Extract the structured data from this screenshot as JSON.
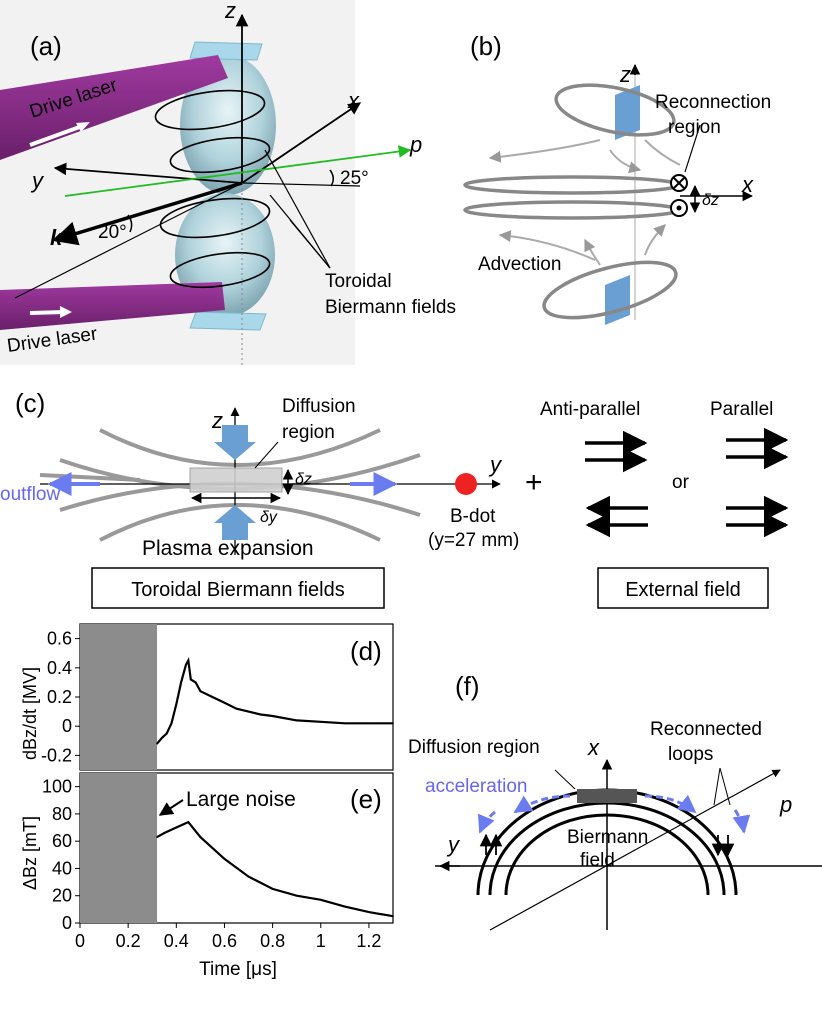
{
  "panels": {
    "a": {
      "label": "(a)",
      "drive_laser_top": "Drive laser",
      "drive_laser_bottom": "Drive laser",
      "axis_z": "z",
      "axis_x": "x",
      "axis_y": "y",
      "axis_p": "p",
      "axis_k": "k",
      "angle_p": "25°",
      "angle_k": "20°",
      "callout": [
        "Toroidal",
        "Biermann fields"
      ]
    },
    "b": {
      "label": "(b)",
      "axis_z": "z",
      "axis_x": "x",
      "reconnection": [
        "Reconnection",
        "region"
      ],
      "advection": "Advection",
      "delta": "δz"
    },
    "c": {
      "label": "(c)",
      "axis_z": "z",
      "axis_y": "y",
      "diffusion": [
        "Diffusion",
        "region"
      ],
      "delta_z": "δz",
      "delta_y": "δy",
      "outflow": "outflow",
      "bdot": [
        "B-dot",
        "(y=27 mm)"
      ],
      "plasma_expansion": "Plasma expansion",
      "plus": "+",
      "anti_parallel": "Anti-parallel",
      "parallel": "Parallel",
      "or": "or",
      "box_left": "Toroidal Biermann fields",
      "box_right": "External field"
    },
    "d": {
      "label": "(d)",
      "ylabel": "dBz/dt [MV]"
    },
    "e": {
      "label": "(e)",
      "ylabel": "ΔBz [mT]",
      "annotation": "Large noise",
      "xlabel": "Time [μs]"
    },
    "f": {
      "label": "(f)",
      "diffusion": "Diffusion region",
      "reconnected": [
        "Reconnected",
        "loops"
      ],
      "acceleration": "acceleration",
      "biermann": [
        "Biermann",
        "field"
      ],
      "axis_x": "x",
      "axis_y": "y",
      "axis_p": "p"
    }
  },
  "colors": {
    "laser": "#8a2a8a",
    "green": "#22bb22",
    "blue_arrow": "#6b7cf0",
    "plate": "#a8d8ea",
    "field_gray": "#999999",
    "noise": "#8c8c8c",
    "bdot": "#ee2222"
  },
  "chart_data": [
    {
      "type": "line",
      "panel": "(d)",
      "ylabel": "dBz/dt [MV]",
      "xlim": [
        0,
        1.3
      ],
      "ylim": [
        -0.3,
        0.7
      ],
      "yticks": [
        "-0.2",
        "0",
        "0.2",
        "0.4",
        "0.6"
      ],
      "noise_region": [
        0,
        0.32
      ],
      "x": [
        0.32,
        0.34,
        0.36,
        0.38,
        0.4,
        0.42,
        0.44,
        0.45,
        0.46,
        0.48,
        0.5,
        0.55,
        0.6,
        0.65,
        0.7,
        0.75,
        0.8,
        0.9,
        1.0,
        1.1,
        1.2,
        1.3
      ],
      "y": [
        -0.12,
        -0.08,
        -0.05,
        0.02,
        0.15,
        0.3,
        0.42,
        0.45,
        0.32,
        0.3,
        0.24,
        0.2,
        0.16,
        0.12,
        0.1,
        0.08,
        0.07,
        0.04,
        0.03,
        0.02,
        0.02,
        0.02
      ]
    },
    {
      "type": "line",
      "panel": "(e)",
      "ylabel": "ΔBz [mT]",
      "xlabel": "Time [μs]",
      "xlim": [
        0,
        1.3
      ],
      "ylim": [
        0,
        110
      ],
      "xticks": [
        "0",
        "0.2",
        "0.4",
        "0.6",
        "0.8",
        "1",
        "1.2"
      ],
      "yticks": [
        "0",
        "20",
        "40",
        "60",
        "80",
        "100"
      ],
      "noise_region": [
        0,
        0.32
      ],
      "x": [
        0.32,
        0.35,
        0.4,
        0.45,
        0.5,
        0.6,
        0.7,
        0.8,
        0.9,
        1.0,
        1.1,
        1.2,
        1.3
      ],
      "y": [
        63,
        66,
        70,
        74,
        63,
        47,
        34,
        25,
        20,
        17,
        12,
        8,
        5
      ]
    }
  ]
}
